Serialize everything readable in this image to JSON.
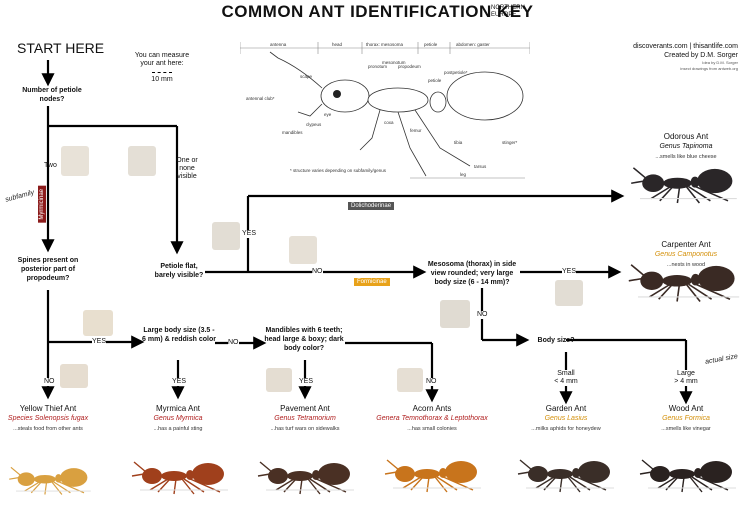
{
  "title": "COMMON ANT IDENTIFICATION KEY",
  "region": [
    "NORTHERN",
    "EUROPE"
  ],
  "start": "START HERE",
  "measure": {
    "line1": "You can measure",
    "line2": "your ant here:",
    "scale": "10 mm"
  },
  "credit": {
    "site": "discoverants.com | thisantlife.com",
    "author": "Created by D.M. Sorger",
    "note1": "Idea by D.M. Sorger",
    "note2": "insect drawings from antweb.org"
  },
  "anatomy": {
    "sections": [
      "antenna",
      "head",
      "thorax: mesosoma",
      "petiole",
      "abdomen: gaster"
    ],
    "parts": [
      "antennal club*",
      "scape",
      "eye",
      "clypeus",
      "mandibles",
      "pronotum",
      "mesonotum",
      "propodeum",
      "coxa",
      "femur",
      "tibia",
      "tarsus",
      "petiole",
      "postpetiole*",
      "stinger*",
      "leg"
    ],
    "footnote": "* structure varies depending on subfamily/genus"
  },
  "questions": {
    "petiole_nodes": "Number of petiole nodes?",
    "spines": "Spines present on posterior part of propodeum?",
    "petiole_flat": "Petiole flat, barely visible?",
    "body_reddish": "Large body size (3.5 - 6 mm) & reddish color",
    "mandibles": "Mandibles with 6 teeth; head large & boxy; dark body color?",
    "mesosoma": "Mesosoma (thorax) in side view rounded; very large body size (6 - 14 mm)?",
    "body_size": "Body size?"
  },
  "edges": {
    "two": "Two",
    "one_none": "One or none visible",
    "yes": "YES",
    "no": "NO",
    "small": "Small",
    "small_size": "< 4 mm",
    "large": "Large",
    "large_size": "> 4 mm"
  },
  "subfamilies": {
    "label": "subfamily",
    "myrmicinae": "Myrmicinae",
    "dolichoderinae": "Dolichoderinae",
    "formicinae": "Formicinae"
  },
  "actual_size": "actual size",
  "ants": [
    {
      "name": "Yellow Thief Ant",
      "genus": "Species Solenopsis fugax",
      "desc": "...steals food from other ants",
      "color": "#d9a040"
    },
    {
      "name": "Myrmica Ant",
      "genus": "Genus Myrmica",
      "desc": "...has a painful sting",
      "color": "#a0401c"
    },
    {
      "name": "Pavement Ant",
      "genus": "Genus Tetramorium",
      "desc": "...has turf wars on sidewalks",
      "color": "#4a3024"
    },
    {
      "name": "Acorn Ants",
      "genus": "Genera Temnothorax & Leptothorax",
      "desc": "...has small colonies",
      "color": "#c8741c"
    },
    {
      "name": "Garden Ant",
      "genus": "Genus Lasius",
      "desc": "...milks aphids for honeydew",
      "color": "#3a2e28"
    },
    {
      "name": "Wood Ant",
      "genus": "Genus Formica",
      "desc": "...smells like vinegar",
      "color": "#2a2220"
    },
    {
      "name": "Odorous Ant",
      "genus": "Genus Tapinoma",
      "desc": "...smells like blue cheese",
      "color": "#2a2628"
    },
    {
      "name": "Carpenter Ant",
      "genus": "Genus Camponotus",
      "desc": "...nests in wood",
      "color": "#3a2a24"
    }
  ]
}
